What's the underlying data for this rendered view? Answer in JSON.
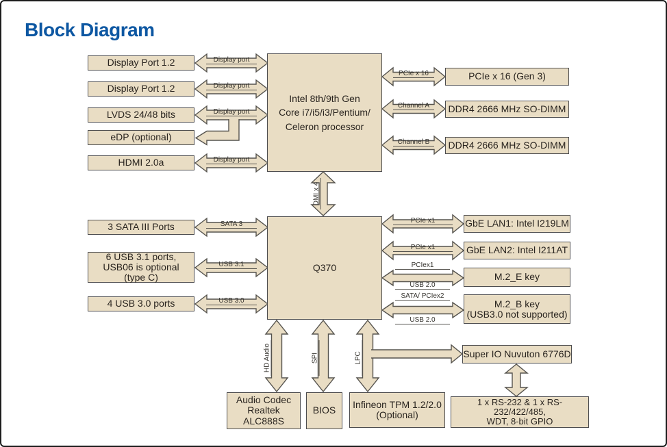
{
  "title": "Block Diagram",
  "colors": {
    "title_blue": "#0d57a2",
    "box_fill": "#e9ddc4",
    "box_border": "#4d4d4f",
    "text": "#29241f"
  },
  "left": {
    "dp1": "Display Port 1.2",
    "dp2": "Display Port 1.2",
    "lvds": "LVDS 24/48 bits",
    "edp": "eDP (optional)",
    "hdmi": "HDMI 2.0a",
    "sata": "3 SATA III Ports",
    "usb31": "6 USB 3.1 ports,\nUSB06 is optional\n(type C)",
    "usb30": "4 USB 3.0 ports"
  },
  "center": {
    "cpu": "Intel 8th/9th Gen\nCore i7/i5/i3/Pentium/\nCeleron processor",
    "q370": "Q370"
  },
  "right": {
    "pcie16": "PCIe x 16 (Gen 3)",
    "dimm_a": "DDR4 2666 MHz SO-DIMM",
    "dimm_b": "DDR4 2666 MHz SO-DIMM",
    "lan1": "GbE LAN1: Intel I219LM",
    "lan2": "GbE LAN2: Intel I211AT",
    "m2e": "M.2_E key",
    "m2b": "M.2_B key\n(USB3.0 not supported)",
    "superio": "Super IO Nuvuton 6776D",
    "serial": "1 x RS-232 & 1 x RS-232/422/485,\nWDT, 8-bit GPIO"
  },
  "bottom": {
    "audio": "Audio Codec\nRealtek ALC888S",
    "bios": "BIOS",
    "tpm": "Infineon TPM 1.2/2.0\n(Optional)"
  },
  "labels": {
    "display_port": "Display port",
    "pcie_x16": "PCIe x 16",
    "channel_a": "Channel A",
    "channel_b": "Channel B",
    "dmi": "DMI x 4",
    "sata3": "SATA 3",
    "usb31": "USB 3.1",
    "usb30": "USB 3.0",
    "pcie_x1": "PCIe x1",
    "pciex1": "PCIex1",
    "usb20": "USB 2.0",
    "sata_pciex2": "SATA/ PCIex2",
    "hd_audio": "HD Audio",
    "spi": "SPI",
    "lpc": "LPC"
  }
}
